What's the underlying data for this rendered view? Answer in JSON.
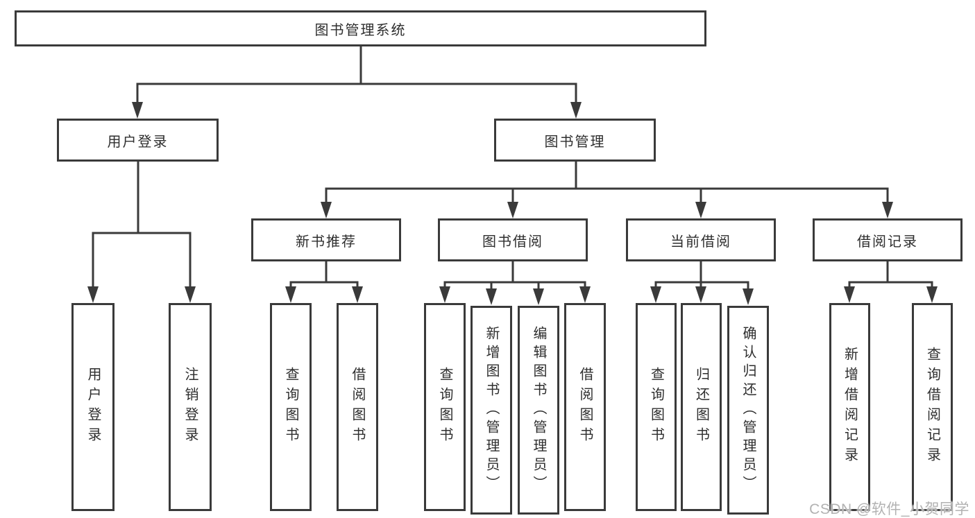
{
  "diagram_title": "图书管理系统",
  "tree": {
    "root": {
      "label": "图书管理系统",
      "children": [
        {
          "label": "用户登录",
          "children": [
            {
              "label": "用户登录"
            },
            {
              "label": "注销登录"
            }
          ]
        },
        {
          "label": "图书管理",
          "children": [
            {
              "label": "新书推荐",
              "children": [
                {
                  "label": "查询图书"
                },
                {
                  "label": "借阅图书"
                }
              ]
            },
            {
              "label": "图书借阅",
              "children": [
                {
                  "label": "查询图书"
                },
                {
                  "label": "新增图书（管理员）"
                },
                {
                  "label": "编辑图书（管理员）"
                },
                {
                  "label": "借阅图书"
                }
              ]
            },
            {
              "label": "当前借阅",
              "children": [
                {
                  "label": "查询图书"
                },
                {
                  "label": "归还图书"
                },
                {
                  "label": "确认归还（管理员）"
                }
              ]
            },
            {
              "label": "借阅记录",
              "children": [
                {
                  "label": "新增借阅记录"
                },
                {
                  "label": "查询借阅记录"
                }
              ]
            }
          ]
        }
      ]
    }
  },
  "watermark": {
    "text": "CSDN @软件_小贺同学"
  },
  "colors": {
    "line": "#3a3a3a",
    "box_border": "#3a3a3a",
    "text": "#2e2e2e",
    "watermark": "#b2b2b2",
    "background": "#ffffff"
  }
}
